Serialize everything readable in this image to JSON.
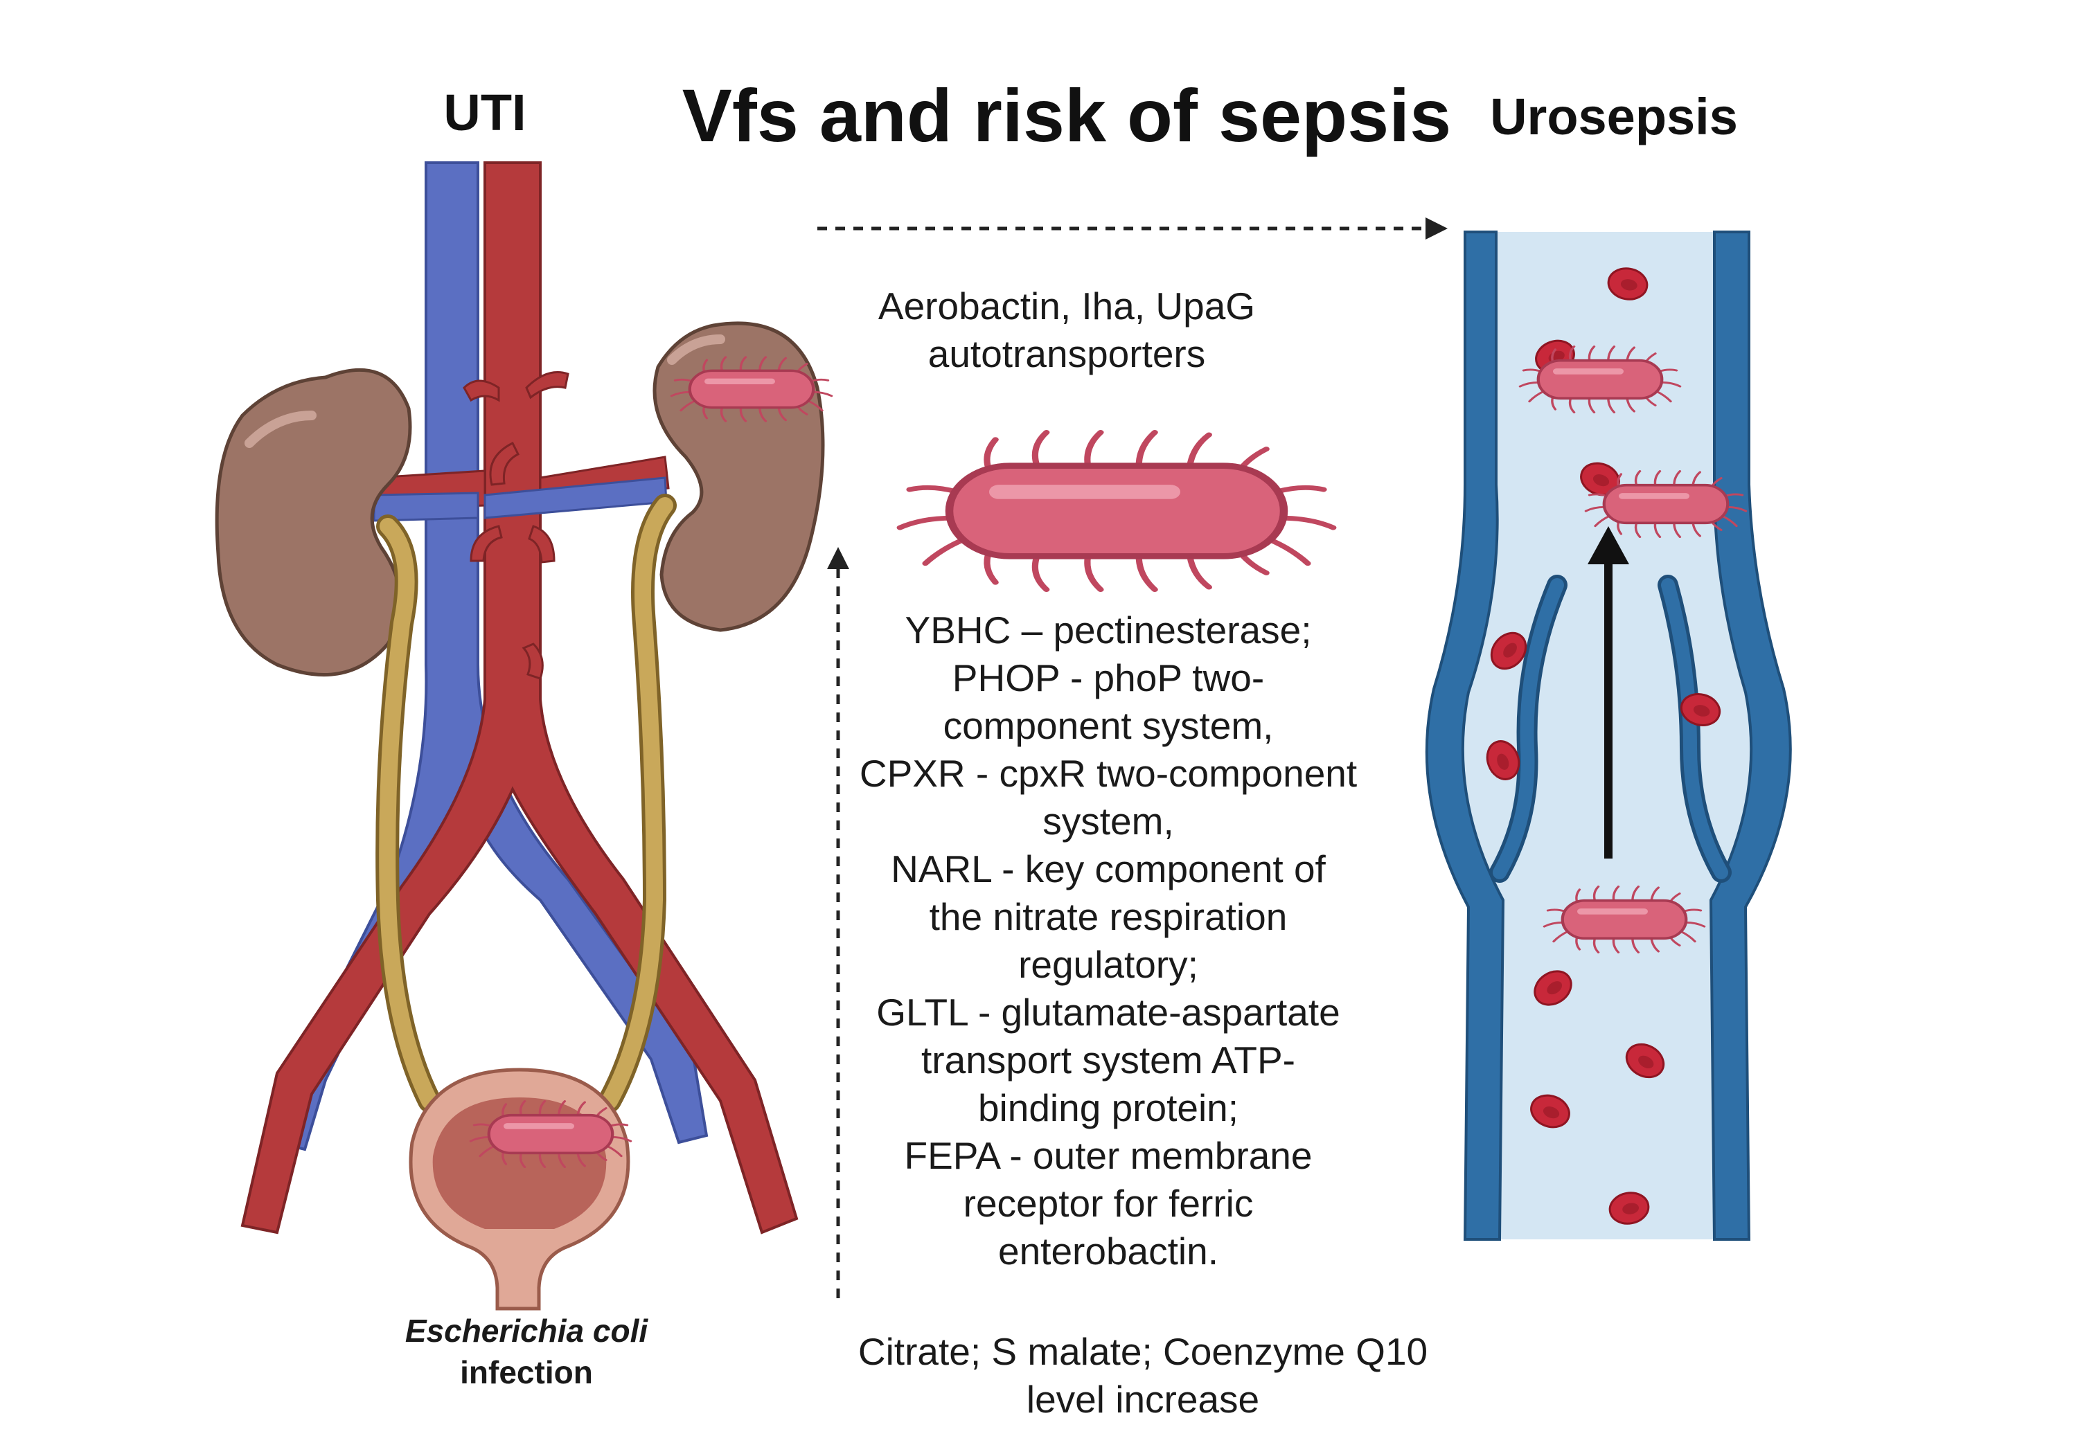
{
  "title": "Vfs and risk of sepsis",
  "left_header": "UTI",
  "right_header": "Urosepsis",
  "left_caption": {
    "organism": "Escherichia coli",
    "suffix": "infection"
  },
  "virulence_factors_top": [
    "Aerobactin, Iha, UpaG",
    "autotransporters"
  ],
  "virulence_factors_list": [
    "YBHC – pectinesterase;",
    "PHOP - phoP two-",
    "component system,",
    "CPXR - cpxR two-component",
    "system,",
    "NARL - key component of",
    "the nitrate respiration",
    "regulatory;",
    "GLTL - glutamate-aspartate",
    "transport system ATP-",
    "binding protein;",
    "FEPA - outer membrane",
    "receptor for ferric",
    "enterobactin."
  ],
  "metabolites": [
    "Citrate; S malate; Coenzyme Q10",
    "level increase"
  ],
  "colors": {
    "artery": "#b53a3c",
    "vein": "#5b6fc2",
    "kidney": "#9c7466",
    "ureter": "#c9a85a",
    "bacterium": "#d9637a",
    "vessel_wall": "#2f6fa6",
    "vessel_lumen": "#d4e6f3",
    "red_cell": "#c8283a"
  }
}
